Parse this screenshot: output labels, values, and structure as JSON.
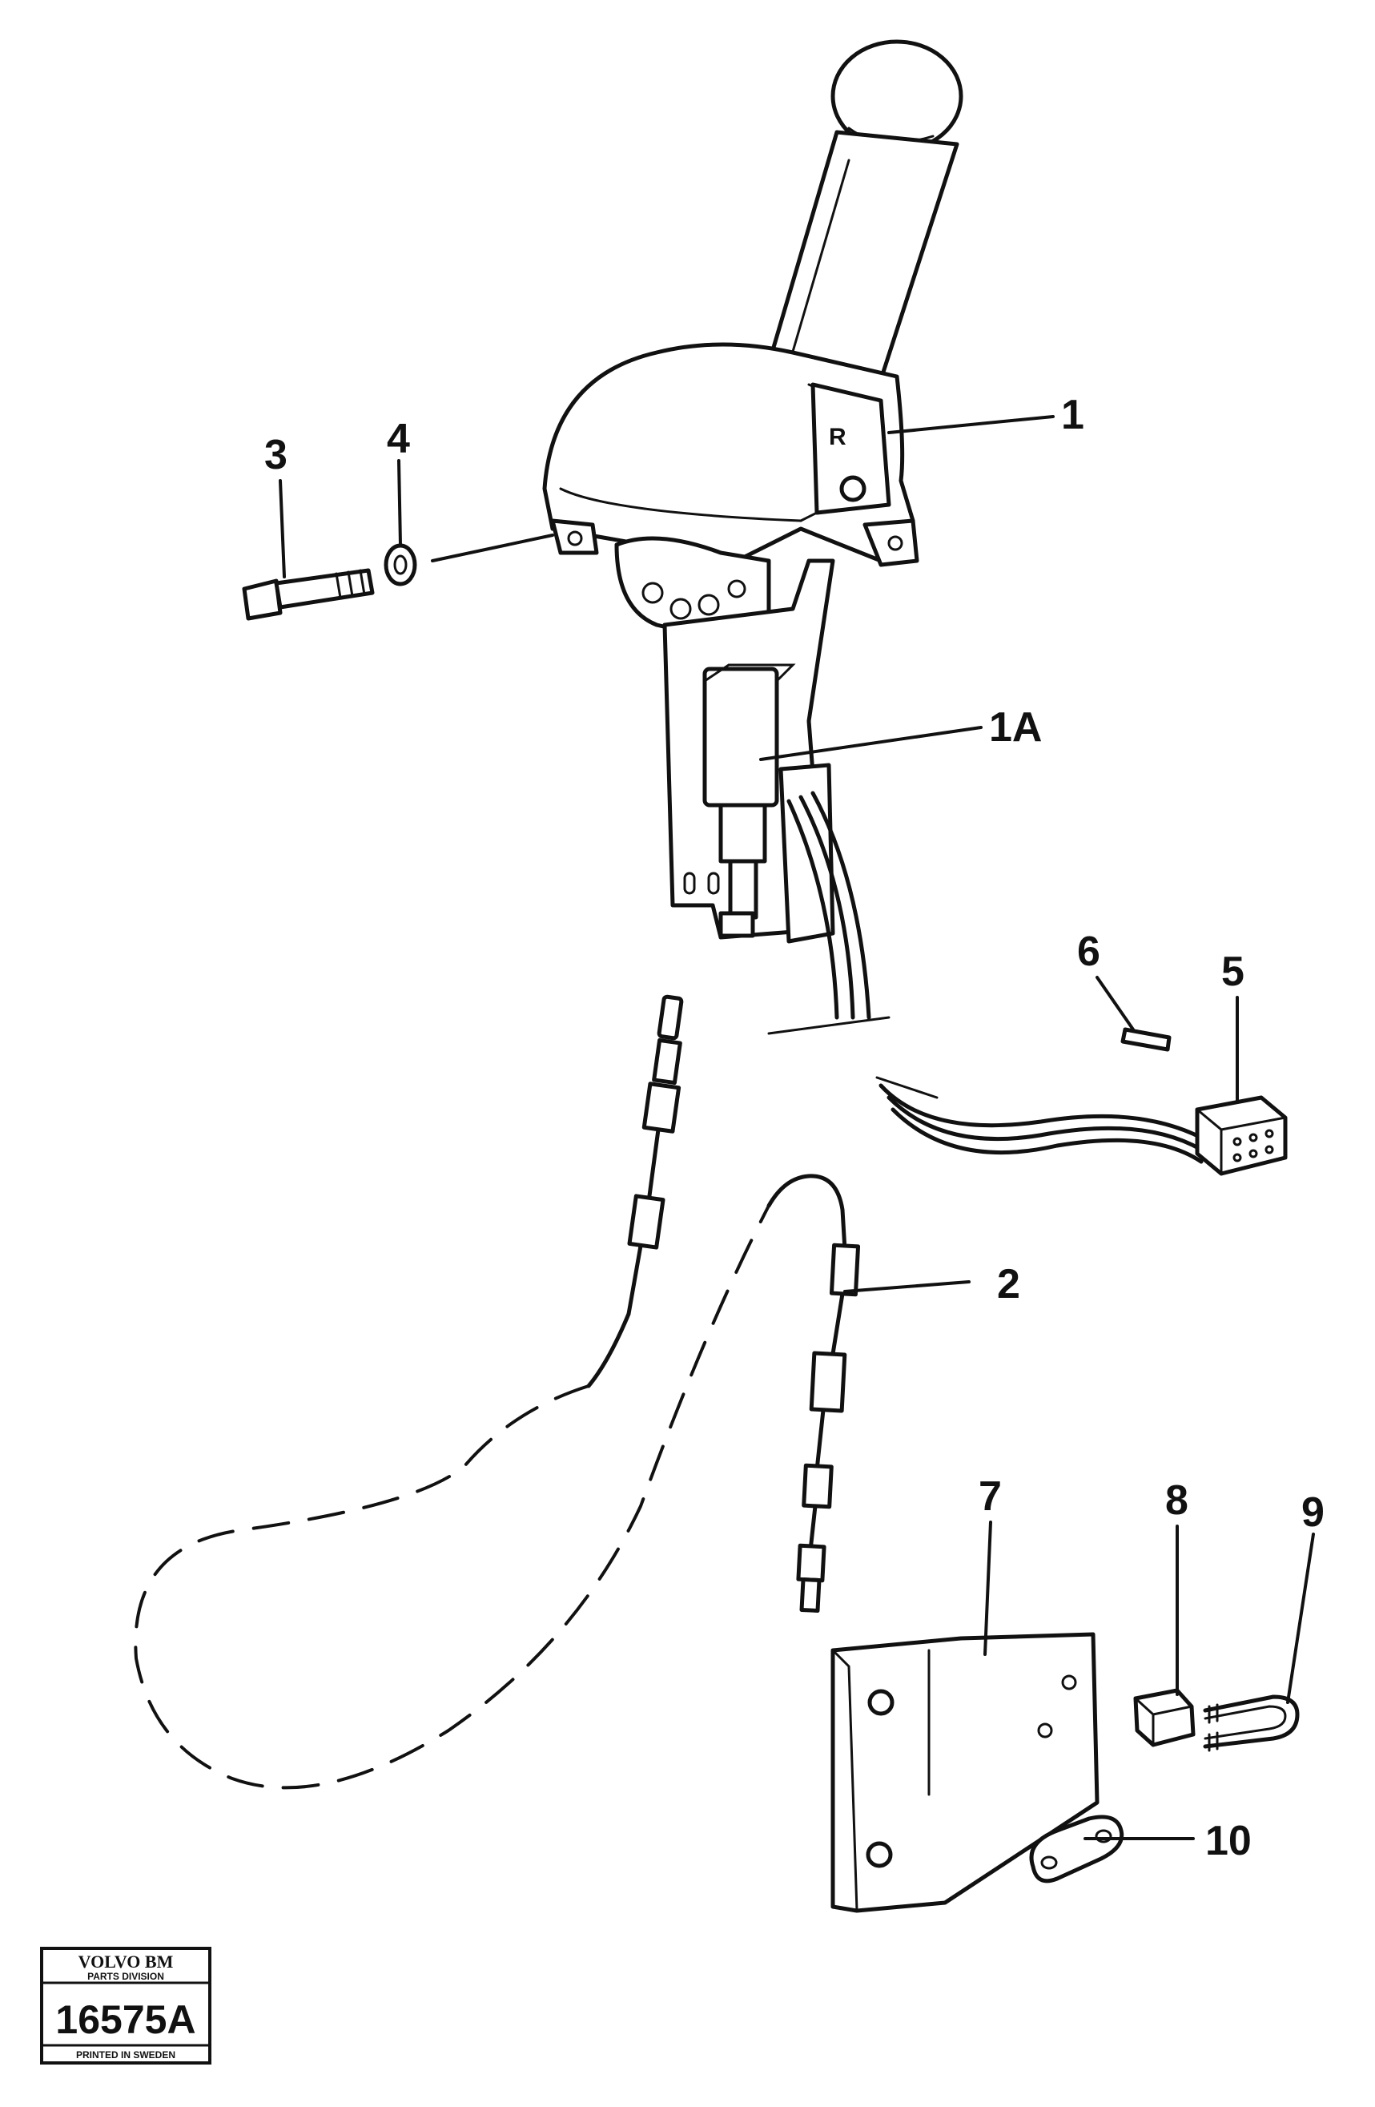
{
  "callouts": {
    "c1": "1",
    "c1a": "1A",
    "c2": "2",
    "c3": "3",
    "c4": "4",
    "c5": "5",
    "c6": "6",
    "c7": "7",
    "c8": "8",
    "c9": "9",
    "c10": "10"
  },
  "lever_marking": "R",
  "stamp": {
    "brand": "VOLVO BM",
    "division": "PARTS DIVISION",
    "number": "16575A",
    "printed": "PRINTED IN SWEDEN"
  }
}
